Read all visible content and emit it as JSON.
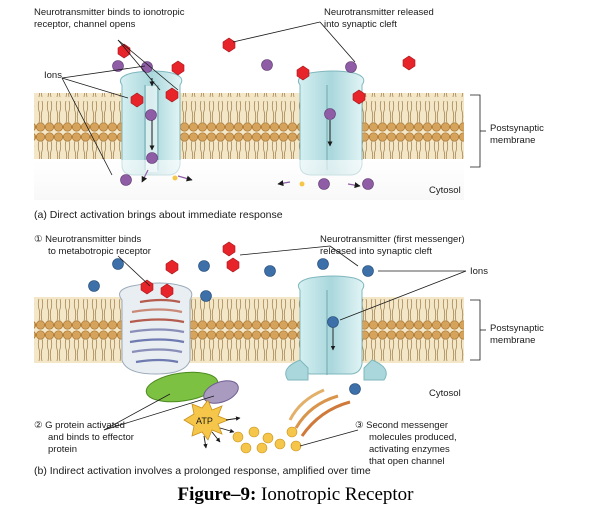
{
  "panel_a": {
    "label_binds": [
      "Neurotransmitter binds to ionotropic",
      "receptor, channel opens"
    ],
    "label_released": [
      "Neurotransmitter released",
      "into synaptic cleft"
    ],
    "label_ions": "Ions",
    "label_membrane": [
      "Postsynaptic",
      "membrane"
    ],
    "label_cytosol": "Cytosol",
    "caption": "(a) Direct activation brings about immediate response"
  },
  "panel_b": {
    "label_binds": [
      "① Neurotransmitter binds",
      "to metabotropic receptor"
    ],
    "label_released": [
      "Neurotransmitter (first messenger)",
      "released into synaptic cleft"
    ],
    "label_ions": "Ions",
    "label_membrane": [
      "Postsynaptic",
      "membrane"
    ],
    "label_cytosol": "Cytosol",
    "label_atp": "ATP",
    "label_gprotein": [
      "② G protein activated",
      "and binds to effector",
      "protein"
    ],
    "label_second": [
      "③ Second messenger",
      "molecules produced,",
      "activating enzymes",
      "that open channel"
    ],
    "caption": "(b) Indirect activation involves a prolonged response, amplified over time"
  },
  "figure": {
    "prefix": "Figure–9:",
    "title": "Ionotropic Receptor"
  },
  "colors": {
    "neurotransmitter": "#e8242b",
    "ion_a": "#8e5da6",
    "ion_b": "#3d6fa8",
    "channel": "#bfe3e6",
    "lipid_head": "#d6a35c",
    "g_protein": "#7dc143",
    "atp": "#f5c64a"
  }
}
